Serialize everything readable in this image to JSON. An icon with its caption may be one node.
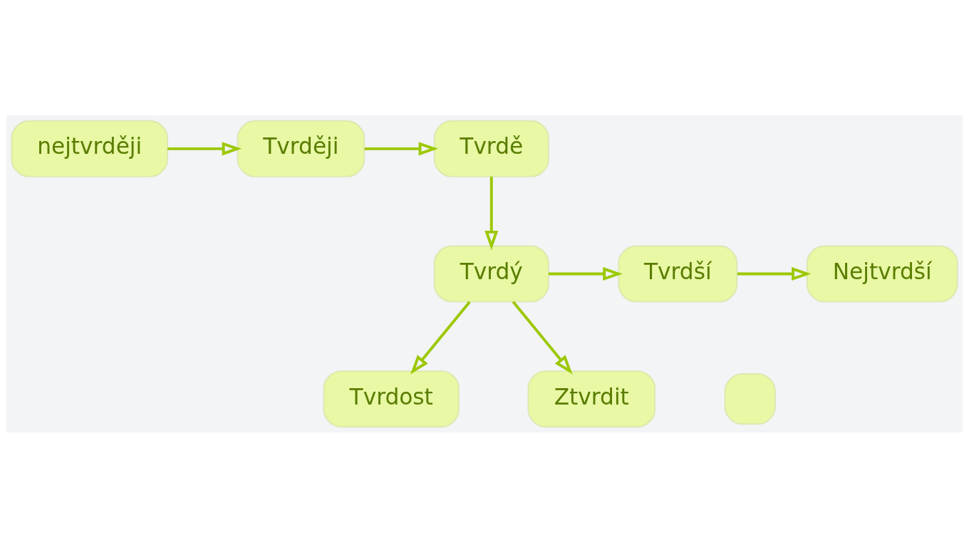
{
  "diagram": {
    "nodes": [
      {
        "text": [
          "Tvrdě"
        ]
      },
      {
        "text": [
          "Tvrději"
        ]
      },
      {
        "text": [
          "nejtvrději"
        ]
      },
      {
        "text": [
          "Tvrdý"
        ]
      },
      {
        "text": [
          "Tvrdší"
        ]
      },
      {
        "text": [
          "Nejtvrdší"
        ]
      },
      {
        "text": [
          "Tvrdost"
        ]
      },
      {
        "text": [
          "Ztvrdit"
        ]
      },
      {
        "text": [],
        "shape": "box"
      }
    ],
    "edges": [
      {
        "from": 1,
        "to": 0,
        "arrow": "to"
      },
      {
        "from": 2,
        "to": 1,
        "arrow": "to"
      },
      {
        "from": 0,
        "to": 3,
        "arrow": "to"
      },
      {
        "from": 3,
        "to": 4,
        "arrow": "to"
      },
      {
        "from": 4,
        "to": 5,
        "arrow": "to"
      },
      {
        "from": 3,
        "to": 6,
        "arrow": "to"
      },
      {
        "from": 3,
        "to": 7,
        "arrow": "to"
      }
    ]
  }
}
